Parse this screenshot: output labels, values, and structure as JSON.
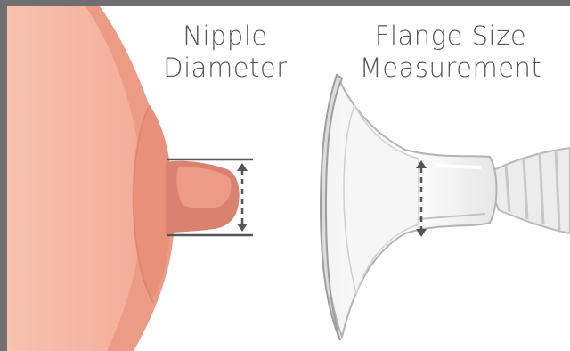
{
  "labels": {
    "nipple": {
      "line1": "Nipple",
      "line2": "Diameter"
    },
    "flange": {
      "line1": "Flange Size",
      "line2": "Measurement"
    }
  },
  "colors": {
    "frame": "#6f6f6f",
    "skin_outer": "#ec9c84",
    "skin_inner": "#f5b8a4",
    "areola": "#e9907a",
    "nipple": "#d9826f",
    "nipple_highlight": "#f0a08a",
    "measure_line": "#555555",
    "label_text": "#555555"
  },
  "icons": [
    "measurement-arrow-icon",
    "breast-illustration",
    "breast-pump-flange-illustration"
  ]
}
